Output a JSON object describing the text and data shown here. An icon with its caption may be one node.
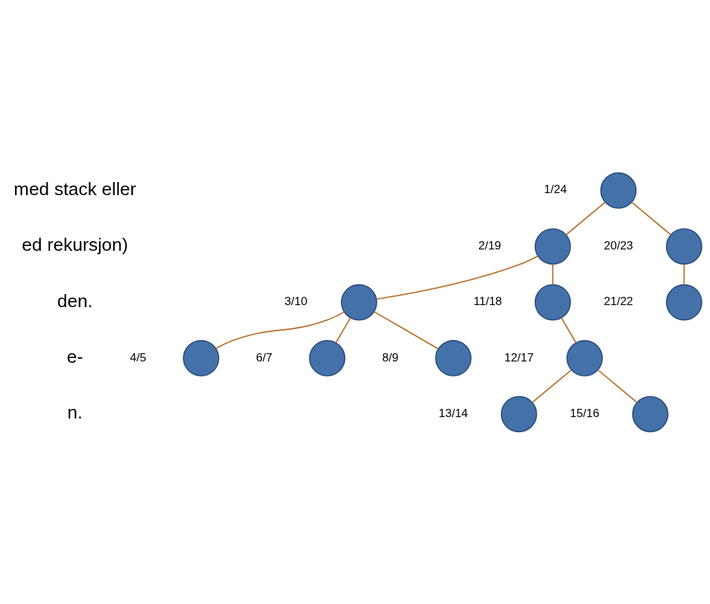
{
  "diagram": {
    "nodes": [
      {
        "text": [],
        "shape": "circle",
        "beside": [
          "1/24"
        ]
      },
      {
        "text": [],
        "shape": "circle",
        "beside": [
          "2/19"
        ]
      },
      {
        "text": [],
        "shape": "circle",
        "beside": [
          "20/23"
        ]
      },
      {
        "text": [],
        "shape": "circle",
        "beside": [
          "3/10"
        ]
      },
      {
        "text": [],
        "shape": "circle",
        "beside": [
          "11/18"
        ]
      },
      {
        "text": [],
        "shape": "circle",
        "beside": [
          "21/22"
        ]
      },
      {
        "text": [],
        "shape": "circle",
        "beside": [
          "4/5"
        ]
      },
      {
        "text": [],
        "shape": "circle",
        "beside": [
          "6/7"
        ]
      },
      {
        "text": [],
        "shape": "circle",
        "beside": [
          "8/9"
        ]
      },
      {
        "text": [],
        "shape": "circle",
        "beside": [
          "12/17"
        ]
      },
      {
        "text": [],
        "shape": "circle",
        "beside": [
          "13/14"
        ]
      },
      {
        "text": [],
        "shape": "circle",
        "beside": [
          "15/16"
        ]
      }
    ],
    "edges": [
      {
        "from": 0,
        "to": 1,
        "arrow": "none"
      },
      {
        "from": 0,
        "to": 2,
        "arrow": "none"
      },
      {
        "from": 1,
        "to": 3,
        "arrow": "none"
      },
      {
        "from": 1,
        "to": 4,
        "arrow": "none"
      },
      {
        "from": 2,
        "to": 5,
        "arrow": "none"
      },
      {
        "from": 3,
        "to": 6,
        "arrow": "none"
      },
      {
        "from": 3,
        "to": 7,
        "arrow": "none"
      },
      {
        "from": 3,
        "to": 8,
        "arrow": "none"
      },
      {
        "from": 4,
        "to": 9,
        "arrow": "none"
      },
      {
        "from": 9,
        "to": 10,
        "arrow": "none"
      },
      {
        "from": 9,
        "to": 11,
        "arrow": "none"
      }
    ],
    "labels": [
      "med stack eller",
      "ed rekursjon)",
      "den.",
      "e-",
      "n."
    ]
  }
}
